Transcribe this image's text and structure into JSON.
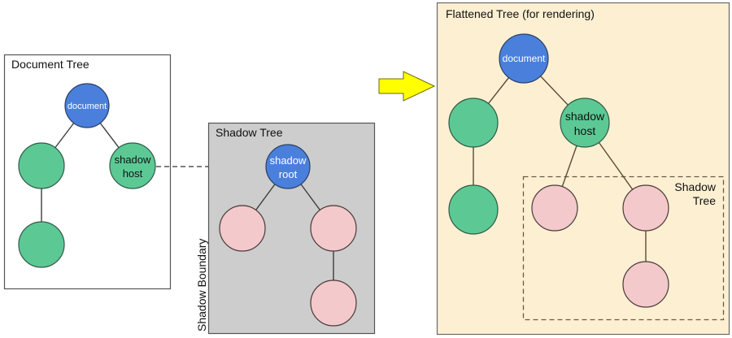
{
  "colors": {
    "document_node": "#4a80dc",
    "host_node": "#5cc995",
    "shadow_node": "#f3c9cb",
    "shadow_tree_bg": "#cdcdcd",
    "flattened_bg": "#fdf0d2",
    "arrow": "#ffff00"
  },
  "document_tree": {
    "title": "Document Tree",
    "nodes": {
      "document": "document",
      "shadow_host_line1": "shadow",
      "shadow_host_line2": "host"
    }
  },
  "shadow_tree": {
    "title": "Shadow Tree",
    "boundary_label": "Shadow Boundary",
    "nodes": {
      "shadow_root_line1": "shadow",
      "shadow_root_line2": "root"
    }
  },
  "flattened_tree": {
    "title": "Flattened Tree (for rendering)",
    "nodes": {
      "document": "document",
      "shadow_host_line1": "shadow",
      "shadow_host_line2": "host"
    },
    "inner_shadow_label_line1": "Shadow",
    "inner_shadow_label_line2": "Tree"
  }
}
